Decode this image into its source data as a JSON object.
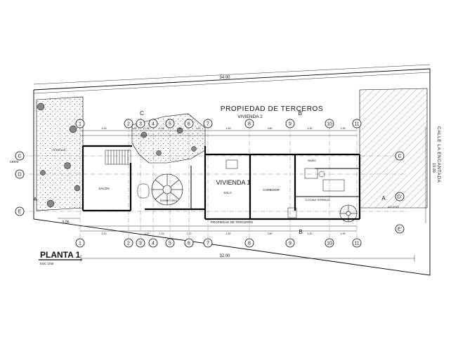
{
  "drawing": {
    "title": "PLANTA 1",
    "scale": "ESC 1/50",
    "neighbor_label": "PROPIEDAD DE TERCEROS",
    "neighbor_unit_label": "VIVIENDA 2",
    "neighbor_bottom_label": "PROPIEDAD DE TERCEROS",
    "unit_label": "VIVIENDA 1",
    "street_label": "CALLE LA ENCANTADA",
    "side_label": "cerro",
    "overall_top": "34.00",
    "overall_bottom": "32.00",
    "right_side": "13.00",
    "left_offset": "3.05"
  },
  "axes": {
    "numbers": [
      "1",
      "2",
      "3",
      "4",
      "5",
      "6",
      "7",
      "8",
      "9",
      "10",
      "11"
    ],
    "letters_left": [
      "C",
      "D",
      "E"
    ],
    "letters_right": [
      "C",
      "D'",
      "E'"
    ]
  },
  "section_marks": [
    "A",
    "A",
    "B",
    "B'",
    "C"
  ],
  "top_dims": [
    "4.25",
    "1.35",
    "1.30",
    "1.45",
    "1.40",
    "1.70",
    "4.45",
    "3.80",
    "4.30",
    "1.95"
  ],
  "bottom_dims": [
    "4.20",
    "3.20",
    "1.15",
    "2.70",
    "4.45",
    "3.80",
    "4.30",
    "1.95"
  ],
  "rooms": {
    "salon": "SALON",
    "sala": "SALA",
    "comedor": "COMEDOR",
    "cocina": "COCINA TERRAZA",
    "bano": "BAÑO",
    "dormitorio": "DORMITORIO",
    "terraza": "TERRAZA",
    "acceso": "ACCESO"
  }
}
